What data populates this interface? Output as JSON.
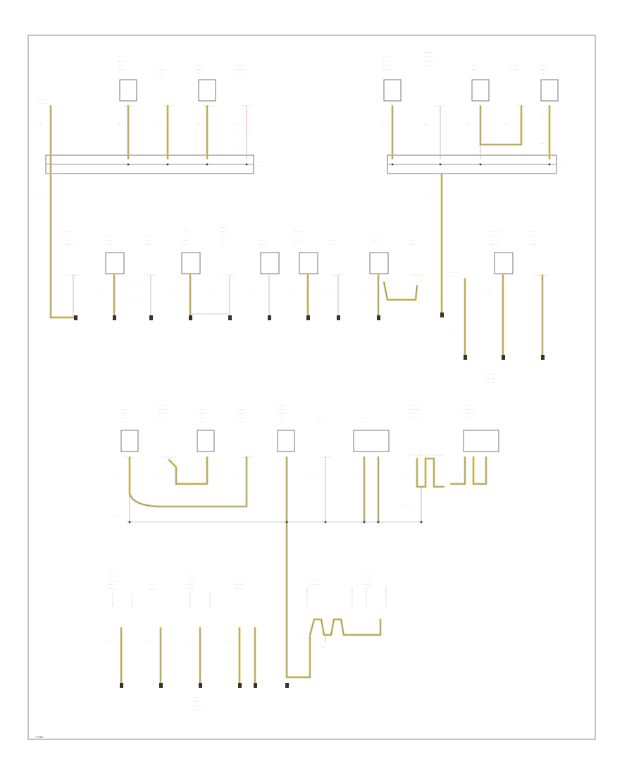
{
  "diagram": {
    "footer_code": "77460",
    "accent_wire_color": "#e0d070",
    "signal_wire_color": "#e05060",
    "ground_symbol": "ground-terminal",
    "label_style": "illegible-small-print"
  }
}
